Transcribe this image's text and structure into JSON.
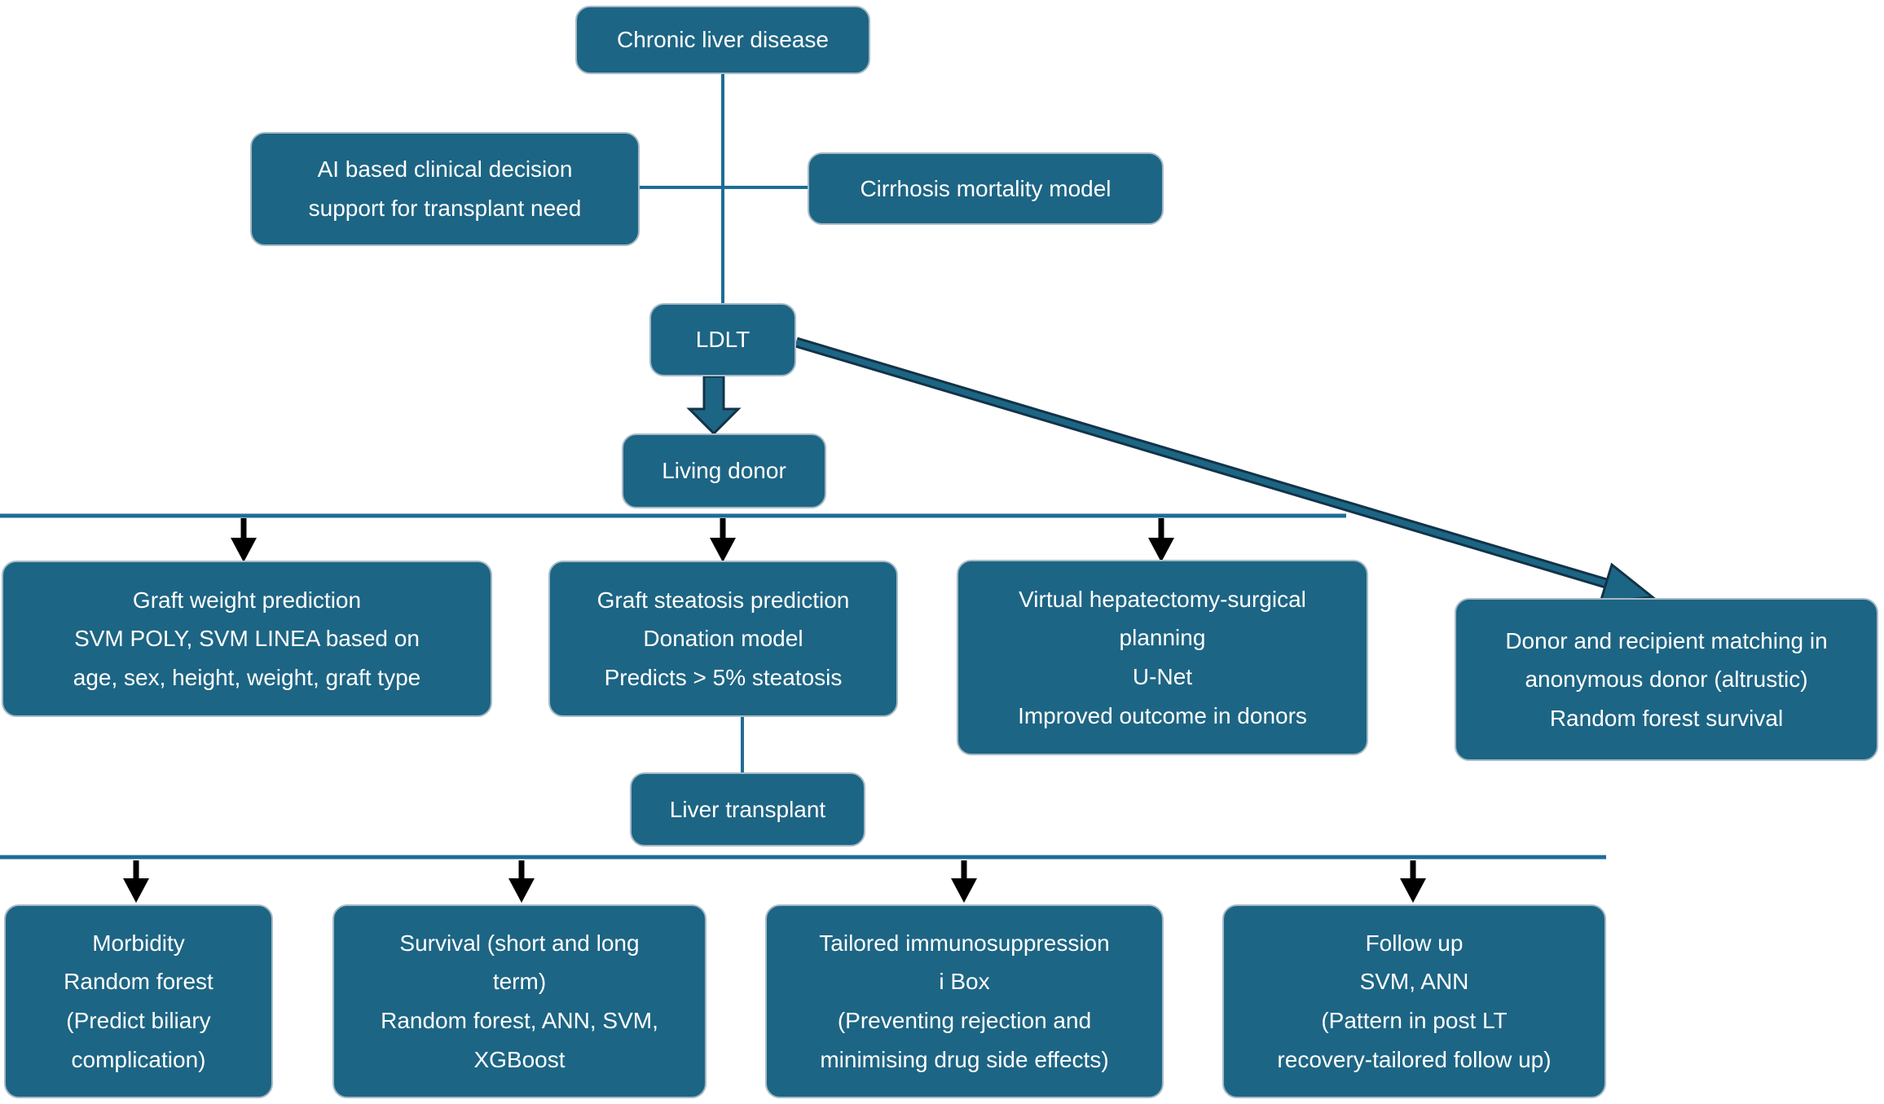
{
  "colors": {
    "node_fill": "#1d6584",
    "node_border": "#a6bac6",
    "connector": "#1e6d96",
    "arrow_black": "#000000",
    "arrow_outline": "#123348",
    "text": "#ffffff",
    "background": "#ffffff"
  },
  "nodes": {
    "chronic_liver_disease": {
      "label": "Chronic liver disease"
    },
    "ai_decision_support": {
      "label": "AI based clinical decision\nsupport for transplant need"
    },
    "cirrhosis_mortality_model": {
      "label": "Cirrhosis mortality model"
    },
    "ldlt": {
      "label": "LDLT"
    },
    "living_donor": {
      "label": "Living donor"
    },
    "graft_weight_prediction": {
      "label": "Graft weight prediction\nSVM POLY, SVM LINEA based on\nage, sex, height, weight, graft type"
    },
    "graft_steatosis_prediction": {
      "label": "Graft steatosis prediction\nDonation model\nPredicts > 5% steatosis"
    },
    "virtual_hepatectomy": {
      "label": "Virtual hepatectomy-surgical\nplanning\nU-Net\nImproved outcome in donors"
    },
    "donor_recipient_matching": {
      "label": "Donor and recipient matching in\nanonymous donor (altrustic)\nRandom forest survival"
    },
    "liver_transplant": {
      "label": "Liver transplant"
    },
    "morbidity": {
      "label": "Morbidity\nRandom forest\n(Predict biliary\ncomplication)"
    },
    "survival": {
      "label": "Survival (short and long\nterm)\nRandom forest, ANN, SVM,\nXGBoost"
    },
    "tailored_immunosuppression": {
      "label": "Tailored immunosuppression\ni Box\n(Preventing rejection and\nminimising drug side effects)"
    },
    "follow_up": {
      "label": "Follow up\nSVM, ANN\n(Pattern in post LT\nrecovery-tailored follow up)"
    }
  }
}
